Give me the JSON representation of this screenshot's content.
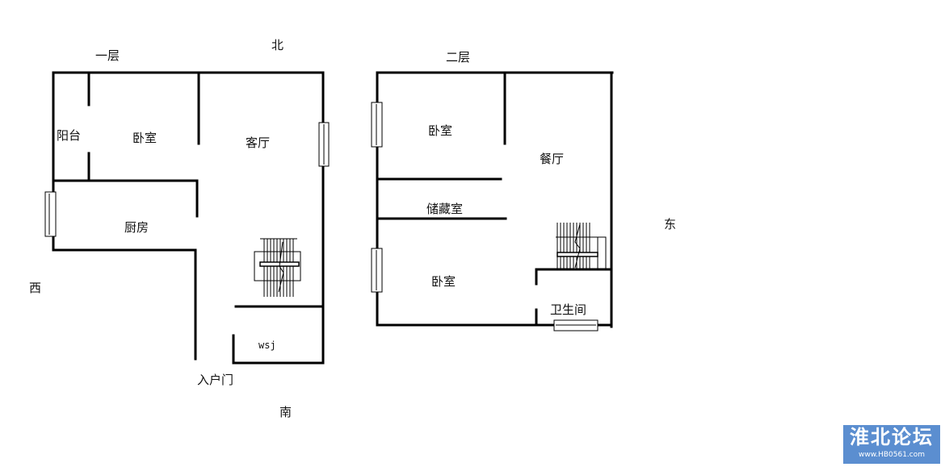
{
  "directions": {
    "north": "北",
    "south": "南",
    "east": "东",
    "west": "西"
  },
  "floor1": {
    "title": "一层",
    "rooms": {
      "balcony": "阳台",
      "bedroom": "卧室",
      "living_room": "客厅",
      "kitchen": "厨房",
      "wsj": "wsj",
      "entrance": "入户门"
    }
  },
  "floor2": {
    "title": "二层",
    "rooms": {
      "bedroom_top": "卧室",
      "dining_room": "餐厅",
      "storage": "储藏室",
      "bedroom_bottom": "卧室",
      "bathroom": "卫生间"
    }
  },
  "watermark": {
    "name": "淮北论坛",
    "url": "www.HB0561.com"
  },
  "colors": {
    "wall": "#000000",
    "watermark_bg": "#5b8ed0"
  }
}
